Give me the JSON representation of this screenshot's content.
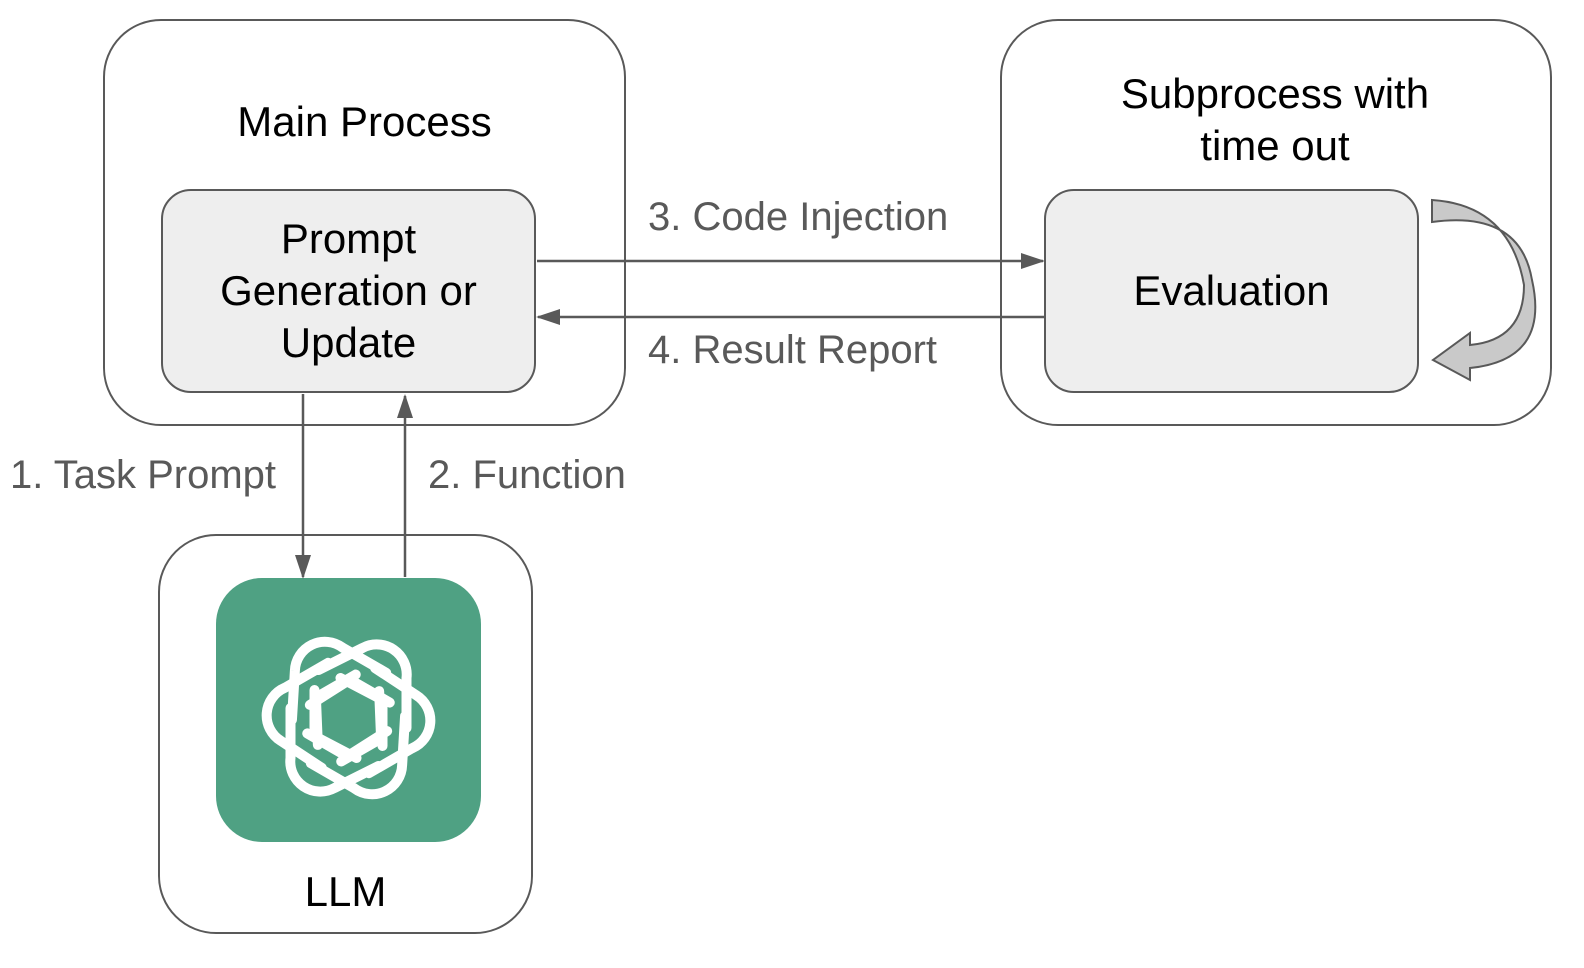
{
  "main_process": {
    "title": "Main Process"
  },
  "prompt_box": {
    "label": "Prompt Generation or Update"
  },
  "subprocess": {
    "title": "Subprocess with time out"
  },
  "evaluation_box": {
    "label": "Evaluation"
  },
  "llm": {
    "label": "LLM",
    "icon": "openai-logo-icon",
    "logo_color": "#4fa183"
  },
  "edges": {
    "task_prompt": "1. Task Prompt",
    "function": "2. Function",
    "code_injection": "3. Code Injection",
    "result_report": "4. Result Report"
  }
}
